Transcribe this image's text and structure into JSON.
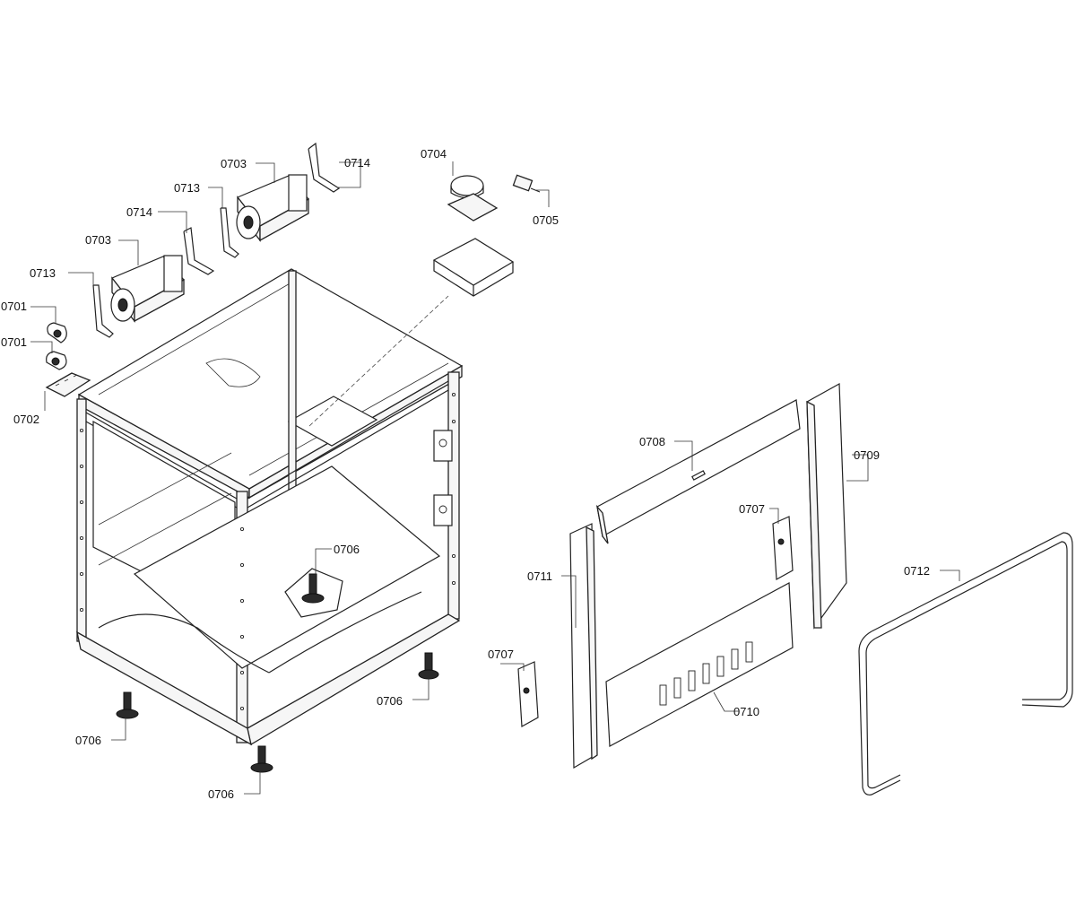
{
  "labels": {
    "p0701a": "0701",
    "p0701b": "0701",
    "p0702": "0702",
    "p0703a": "0703",
    "p0703b": "0703",
    "p0704": "0704",
    "p0705": "0705",
    "p0706a": "0706",
    "p0706b": "0706",
    "p0706c": "0706",
    "p0706d": "0706",
    "p0707a": "0707",
    "p0707b": "0707",
    "p0708": "0708",
    "p0709": "0709",
    "p0710": "0710",
    "p0711": "0711",
    "p0712": "0712",
    "p0713a": "0713",
    "p0713b": "0713",
    "p0714a": "0714",
    "p0714b": "0714"
  }
}
